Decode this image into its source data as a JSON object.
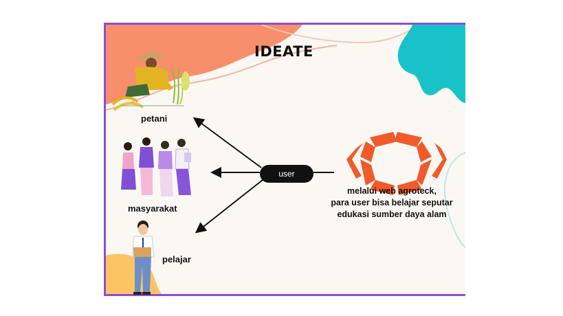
{
  "title": "IDEATE",
  "nodes": {
    "center": "user",
    "petani": "petani",
    "masyarakat": "masyarakat",
    "pelajar": "pelajar"
  },
  "description": {
    "line1": "melalui web agroteck,",
    "line2": "para user bisa belajar seputar",
    "line3": "edukasi sumber daya alam"
  },
  "colors": {
    "frame": "#8a4fd1",
    "blob_orange": "#f78e6c",
    "blob_teal": "#17c3c9",
    "blob_yellow": "#fcc562",
    "logo": "#f15a2b",
    "pill": "#111111"
  },
  "icons": [
    "farmer-icon",
    "crowd-icon",
    "student-icon",
    "hexagon-logo-icon"
  ]
}
